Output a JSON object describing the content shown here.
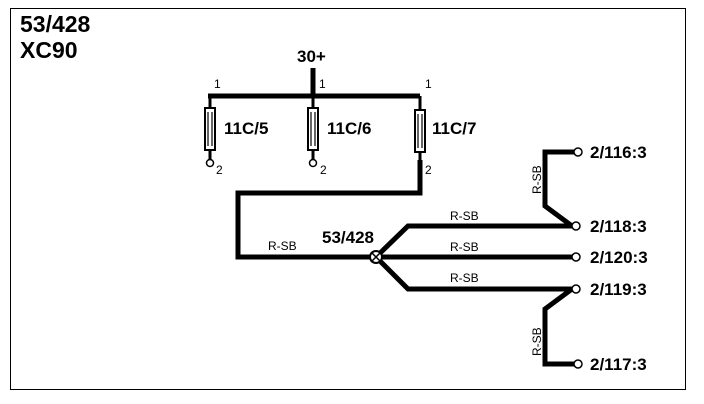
{
  "header": {
    "diagram_number": "53/428",
    "model": "XC90"
  },
  "supply": {
    "label": "30+"
  },
  "fuses": [
    {
      "name": "11C/5",
      "pin_top": "1",
      "pin_bottom": "2"
    },
    {
      "name": "11C/6",
      "pin_top": "1",
      "pin_bottom": "2"
    },
    {
      "name": "11C/7",
      "pin_top": "1",
      "pin_bottom": "2"
    }
  ],
  "splice": {
    "label": "53/428"
  },
  "wire_color": "R-SB",
  "connectors": [
    "2/116:3",
    "2/118:3",
    "2/120:3",
    "2/119:3",
    "2/117:3"
  ],
  "colors": {
    "line": "#000000",
    "background": "#ffffff"
  }
}
